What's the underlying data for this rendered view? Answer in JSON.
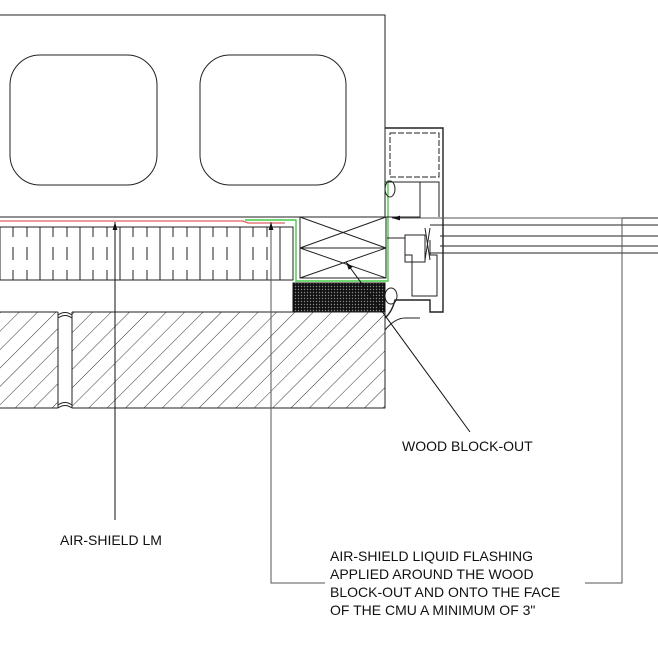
{
  "labels": {
    "air_shield_lm": "AIR-SHIELD LM",
    "wood_block_out": "WOOD BLOCK-OUT",
    "flashing_note": [
      "AIR-SHIELD LIQUID FLASHING",
      "APPLIED AROUND THE WOOD",
      "BLOCK-OUT AND ONTO THE FACE",
      "OF THE CMU A MINIMUM OF 3\""
    ]
  },
  "colors": {
    "air_barrier": "#e06060",
    "liquid_flashing": "#44cc44",
    "linework": "#222222"
  }
}
